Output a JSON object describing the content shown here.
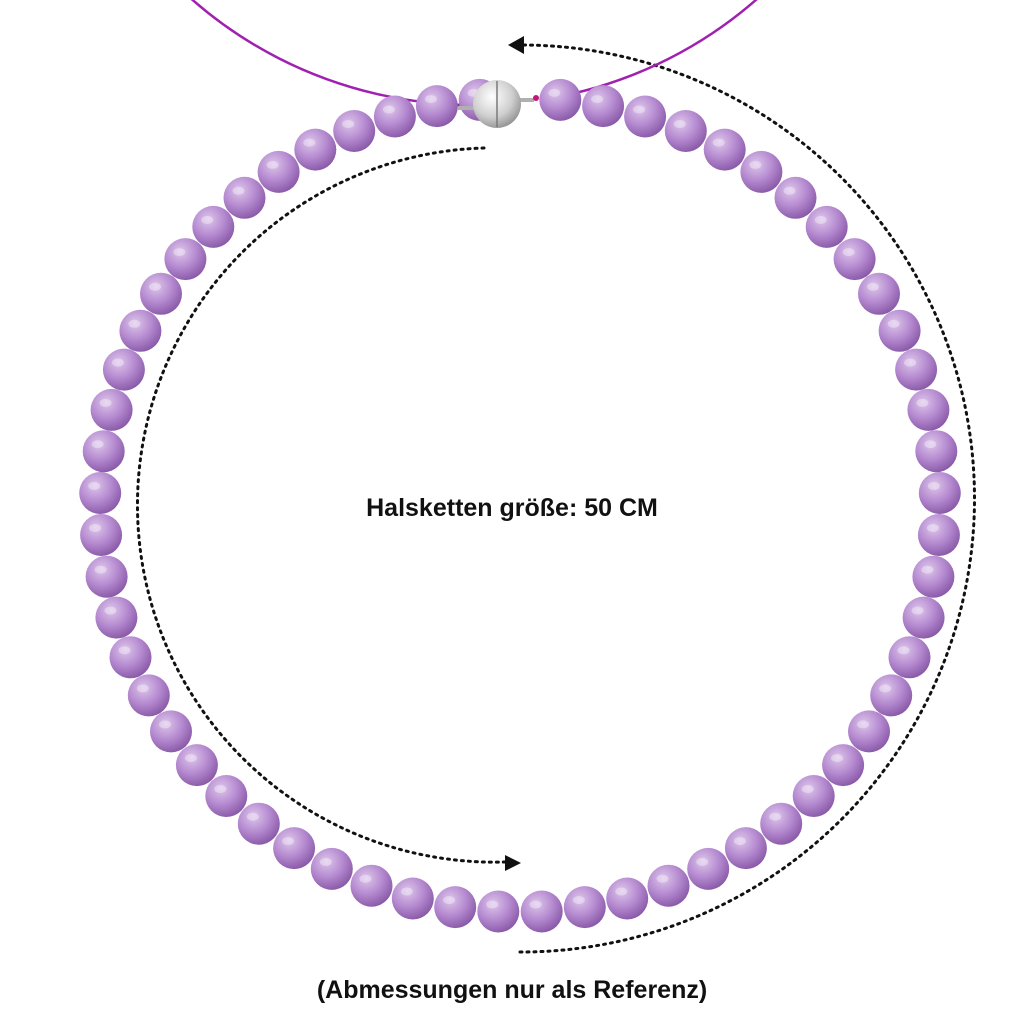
{
  "product_photo": {
    "necklace_size_label": "Halsketten größe: 50 CM",
    "reference_note": "(Abmessungen nur als Referenz)",
    "bead_count": 60,
    "bead_material": "amethyst",
    "clasp": "magnetic ball clasp",
    "colors": {
      "background": "#ffffff",
      "bead_light": "#ddc6ea",
      "bead_mid": "#b58ad0",
      "bead_dark": "#8a5aa8",
      "string": "#a020b0",
      "clasp_light": "#ffffff",
      "clasp_dark": "#8e8e8e",
      "arrow": "#111111",
      "text": "#111111"
    }
  }
}
